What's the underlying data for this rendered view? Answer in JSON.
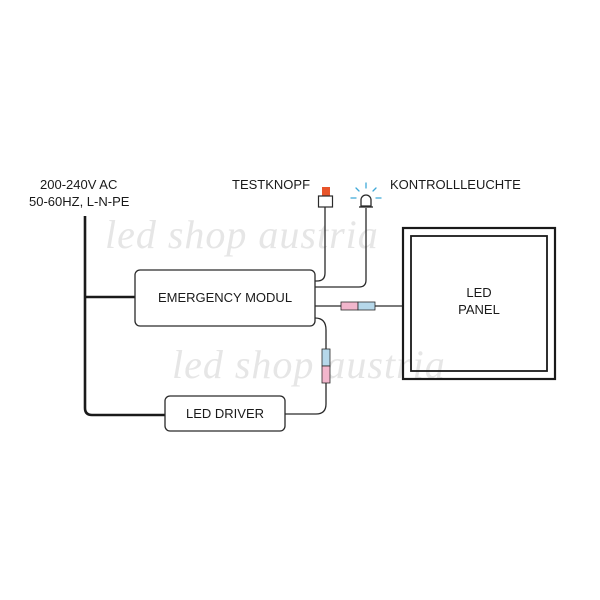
{
  "supply": {
    "line1": "200-240V AC",
    "line2": "50-60HZ, L-N-PE"
  },
  "test_button": {
    "label": "TESTKNOPF",
    "color": "#e8542a"
  },
  "indicator_lamp": {
    "label": "KONTROLLLEUCHTE",
    "glow_color": "#3fa9d8"
  },
  "emergency_module": {
    "label": "EMERGENCY MODUL"
  },
  "led_driver": {
    "label": "LED DRIVER"
  },
  "led_panel": {
    "line1": "LED",
    "line2": "PANEL"
  },
  "connector_colors": {
    "pink": "#f2b6cc",
    "blue": "#b6d8ea"
  },
  "watermark": {
    "text": "led shop austria"
  }
}
